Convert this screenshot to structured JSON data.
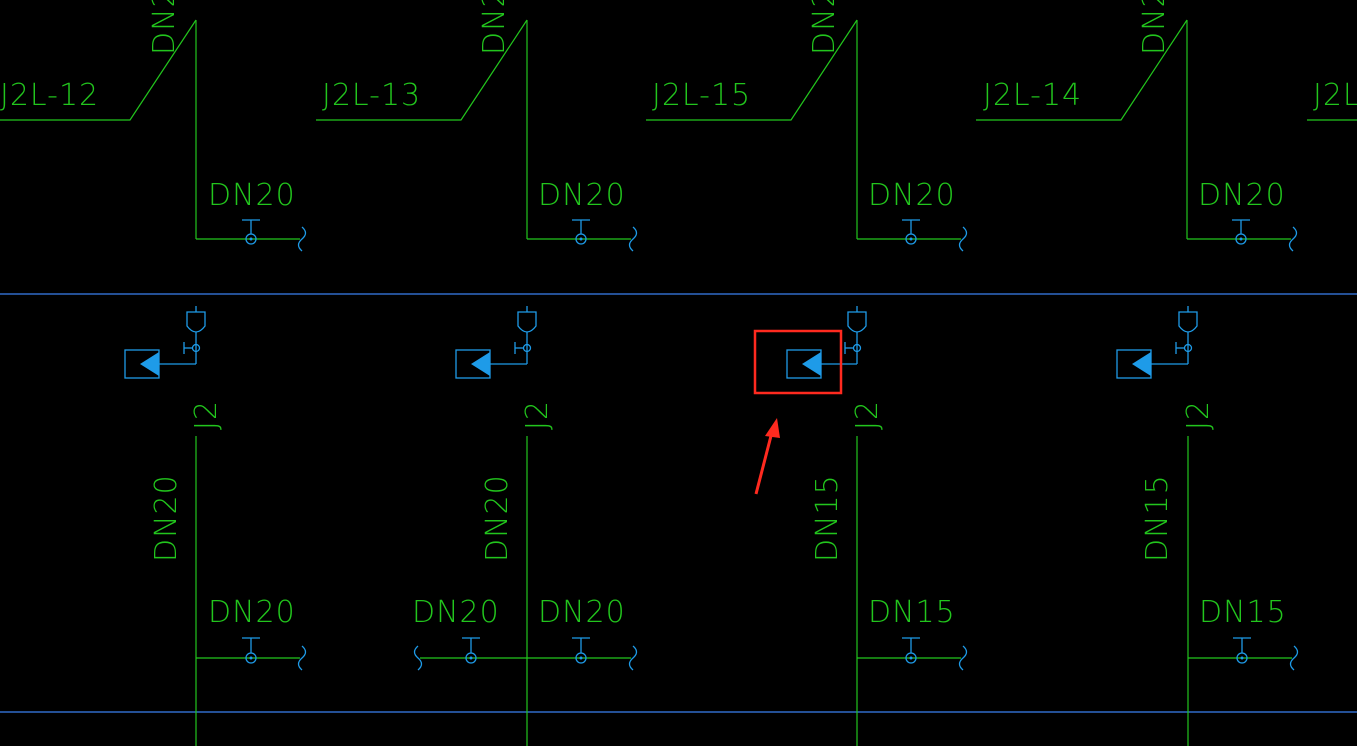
{
  "colors": {
    "background": "#000000",
    "pipe": "#22c51d",
    "fixture": "#1e9be8",
    "floor_line": "#3a7ff0",
    "highlight": "#ff2a1f"
  },
  "upper_columns": [
    {
      "riser_label": "DN2",
      "pipe_tag": "J2L-12",
      "branch_size": "DN20"
    },
    {
      "riser_label": "DN2",
      "pipe_tag": "J2L-13",
      "branch_size": "DN20"
    },
    {
      "riser_label": "DN2",
      "pipe_tag": "J2L-15",
      "branch_size": "DN20"
    },
    {
      "riser_label": "DN2",
      "pipe_tag": "J2L-14",
      "branch_size": "DN20"
    },
    {
      "pipe_tag": "J2L"
    }
  ],
  "lower_columns": [
    {
      "riser_tag": "J2",
      "riser_size": "DN20",
      "branch_sizes": [
        "DN20"
      ]
    },
    {
      "riser_tag": "J2",
      "riser_size": "DN20",
      "branch_sizes": [
        "DN20",
        "DN20"
      ]
    },
    {
      "riser_tag": "J2",
      "riser_size": "DN15",
      "branch_sizes": [
        "DN15"
      ],
      "highlighted": true
    },
    {
      "riser_tag": "J2",
      "riser_size": "DN15",
      "branch_sizes": [
        "DN15"
      ]
    }
  ],
  "icons": [
    "valve-icon",
    "faucet-icon",
    "water-heater-icon",
    "break-mark-icon",
    "arrow-icon"
  ]
}
